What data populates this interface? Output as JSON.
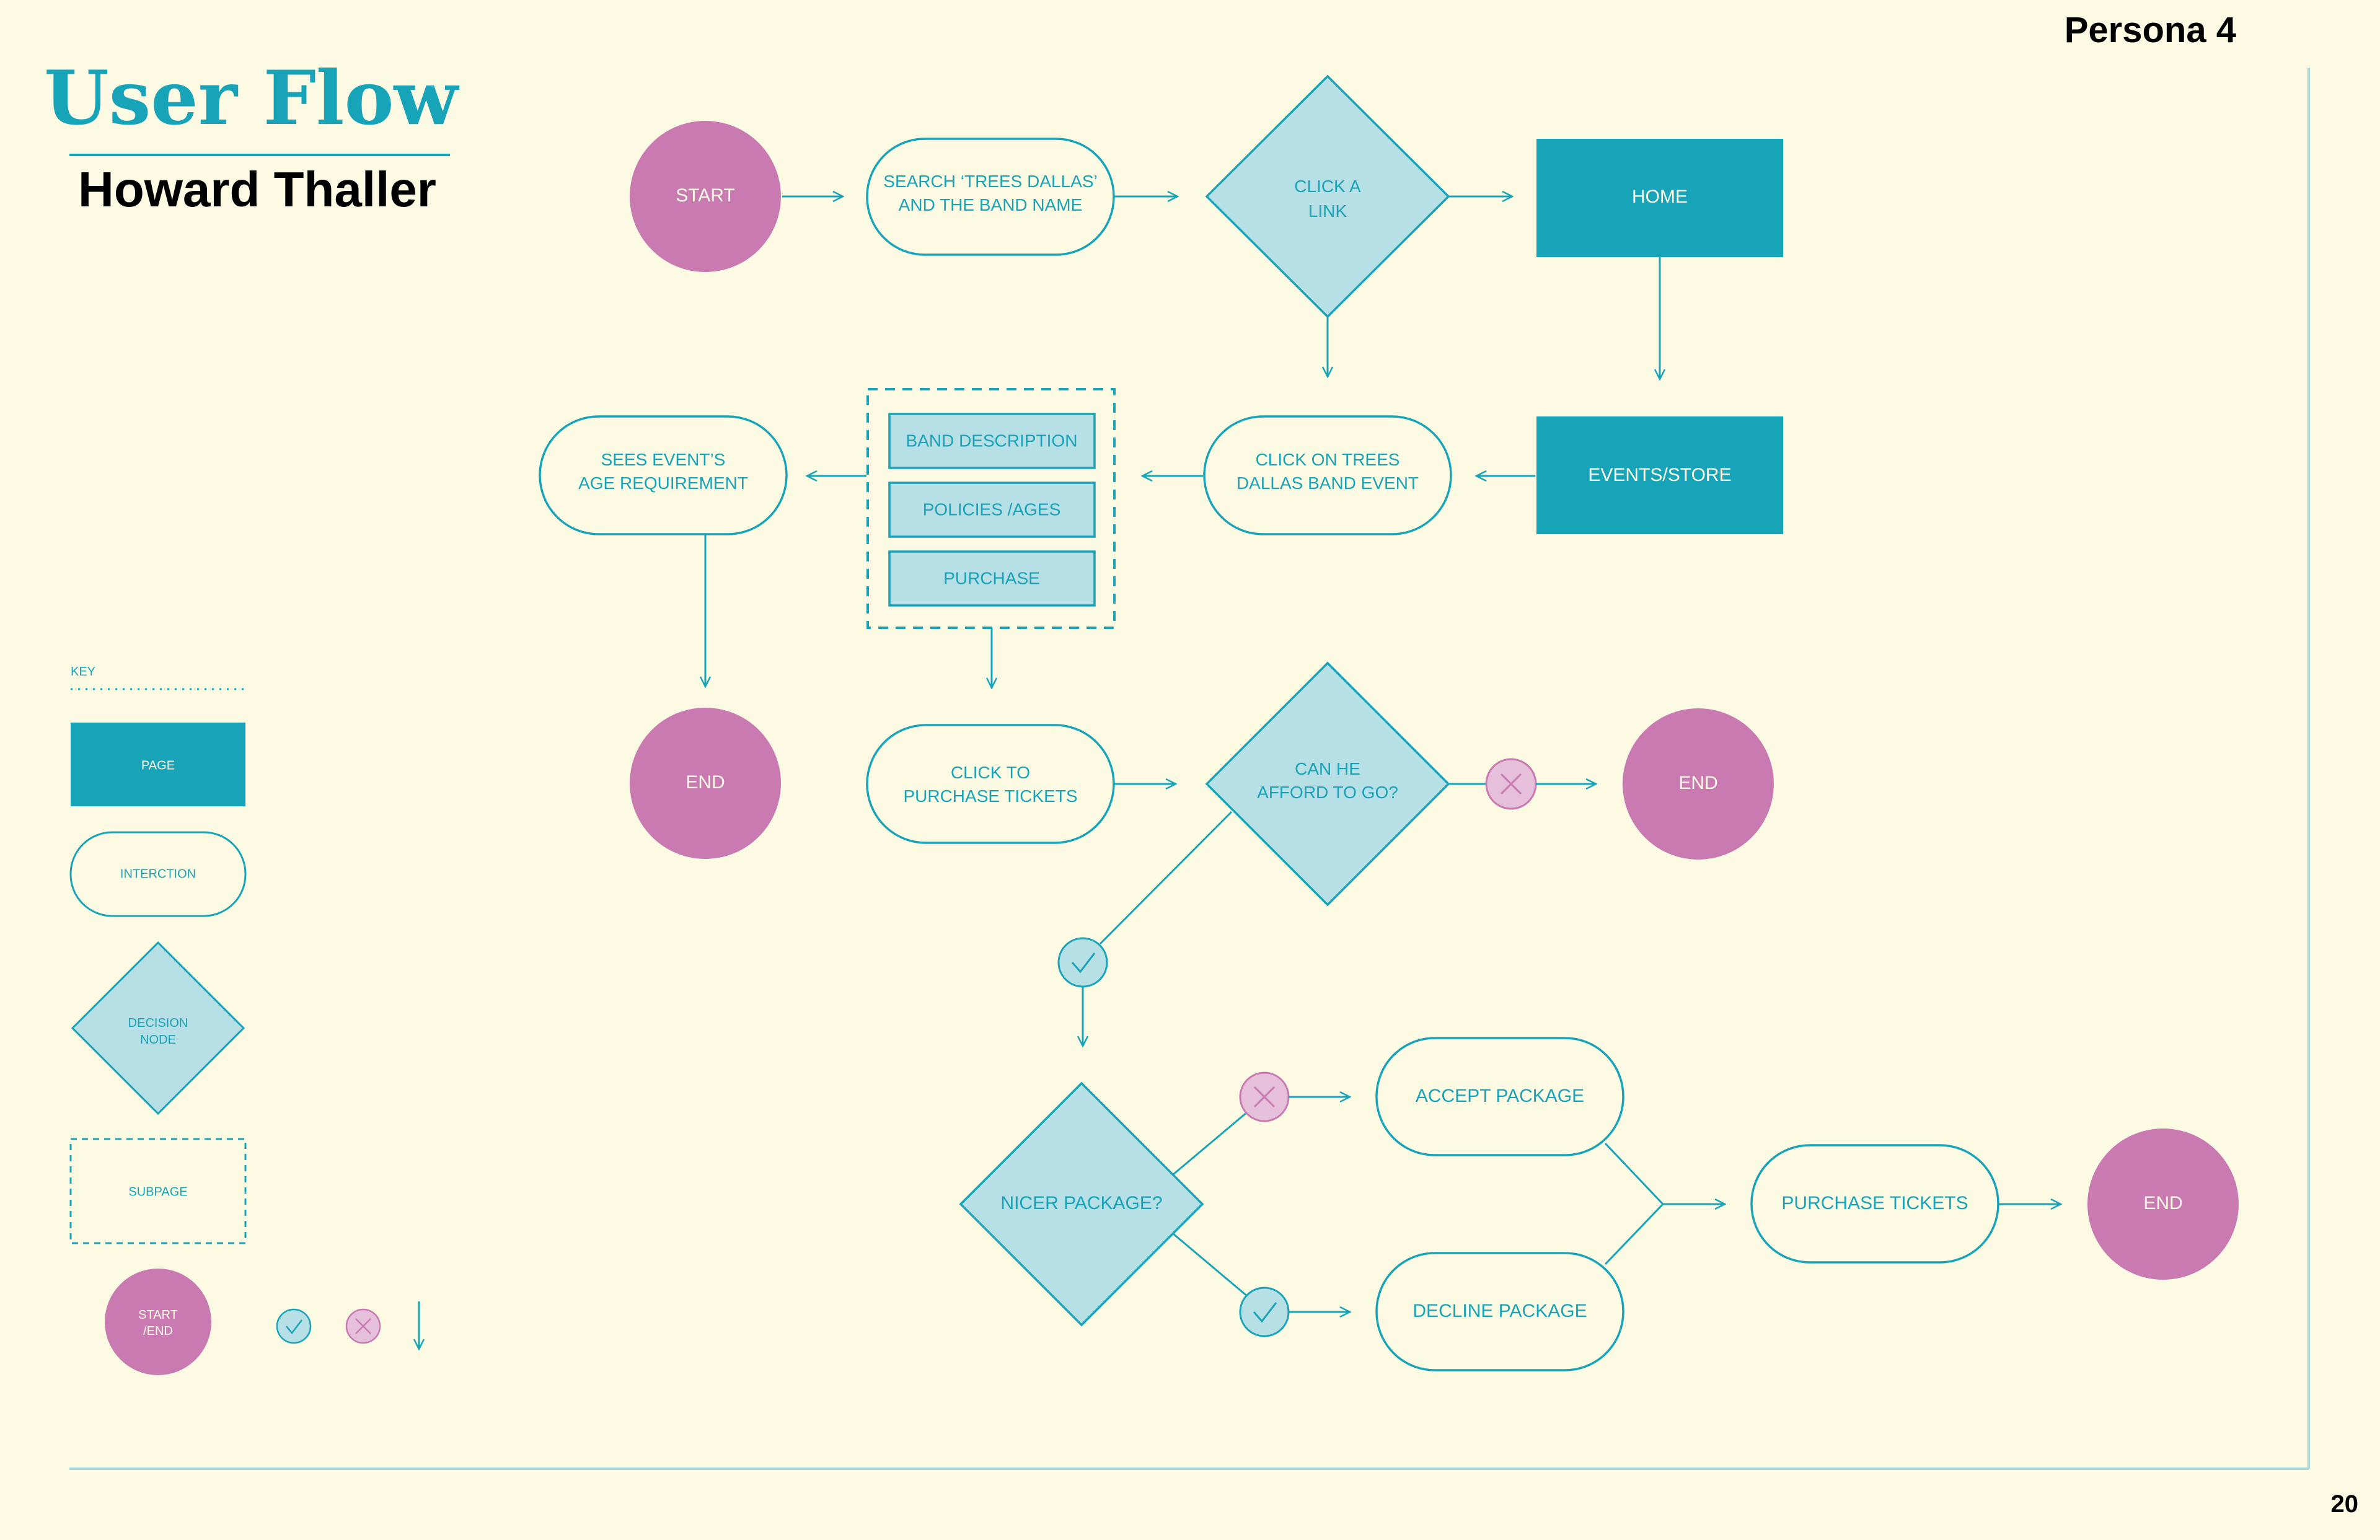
{
  "header": {
    "title": "User Flow",
    "subtitle": "Howard Thaller",
    "persona": "Persona 4",
    "page_number": "20"
  },
  "colors": {
    "background": "#FCFAE3",
    "teal": "#17A3B8",
    "teal_light": "#B6DFE6",
    "pink": "#C97AB1",
    "pink_light": "#E6C0DB",
    "ink": "#000000"
  },
  "nodes": {
    "start": "START",
    "search": [
      "SEARCH ‘TREES DALLAS’",
      "AND THE BAND NAME"
    ],
    "click_link": [
      "CLICK A",
      "LINK"
    ],
    "home": "HOME",
    "events_store": "EVENTS/STORE",
    "click_trees": [
      "CLICK ON TREES",
      "DALLAS BAND EVENT"
    ],
    "band_description": "BAND DESCRIPTION",
    "policies": "POLICIES /AGES",
    "purchase": "PURCHASE",
    "sees_event": [
      "SEES EVENT’S",
      "AGE REQUIREMENT"
    ],
    "end_1": "END",
    "click_purchase": [
      "CLICK TO",
      "PURCHASE TICKETS"
    ],
    "can_afford": [
      "CAN HE",
      "AFFORD TO GO?"
    ],
    "end_2": "END",
    "nicer_package": "NICER PACKAGE?",
    "accept_package": "ACCEPT PACKAGE",
    "decline_package": "DECLINE PACKAGE",
    "purchase_tickets": "PURCHASE TICKETS",
    "end_3": "END"
  },
  "key": {
    "label": "KEY",
    "page": "PAGE",
    "interaction": "INTERCTION",
    "decision": [
      "DECISION",
      "NODE"
    ],
    "subpage": "SUBPAGE",
    "start_end": [
      "START",
      "/END"
    ]
  }
}
